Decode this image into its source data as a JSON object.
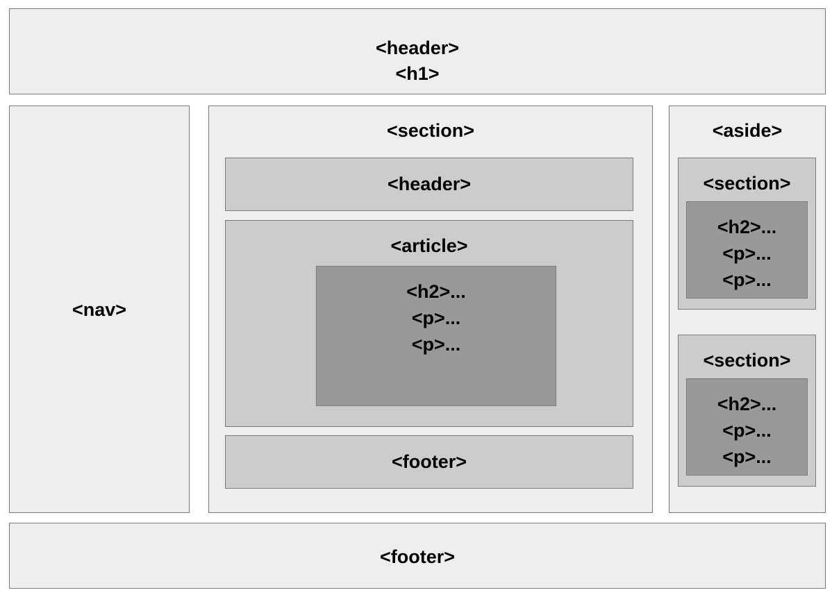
{
  "page_header": {
    "tag": "<header>",
    "title_tag": "<h1>"
  },
  "nav": {
    "tag": "<nav>"
  },
  "main_section": {
    "tag": "<section>",
    "header": {
      "tag": "<header>"
    },
    "article": {
      "tag": "<article>",
      "content": [
        "<h2>...",
        "<p>...",
        "<p>..."
      ]
    },
    "footer": {
      "tag": "<footer>"
    }
  },
  "aside": {
    "tag": "<aside>",
    "sections": [
      {
        "tag": "<section>",
        "content": [
          "<h2>...",
          "<p>...",
          "<p>..."
        ]
      },
      {
        "tag": "<section>",
        "content": [
          "<h2>...",
          "<p>...",
          "<p>..."
        ]
      }
    ]
  },
  "page_footer": {
    "tag": "<footer>"
  },
  "colors": {
    "level1_fill": "#eeeeee",
    "level2_fill": "#cccccc",
    "level3_fill": "#999999",
    "border": "#7a7a7a"
  }
}
